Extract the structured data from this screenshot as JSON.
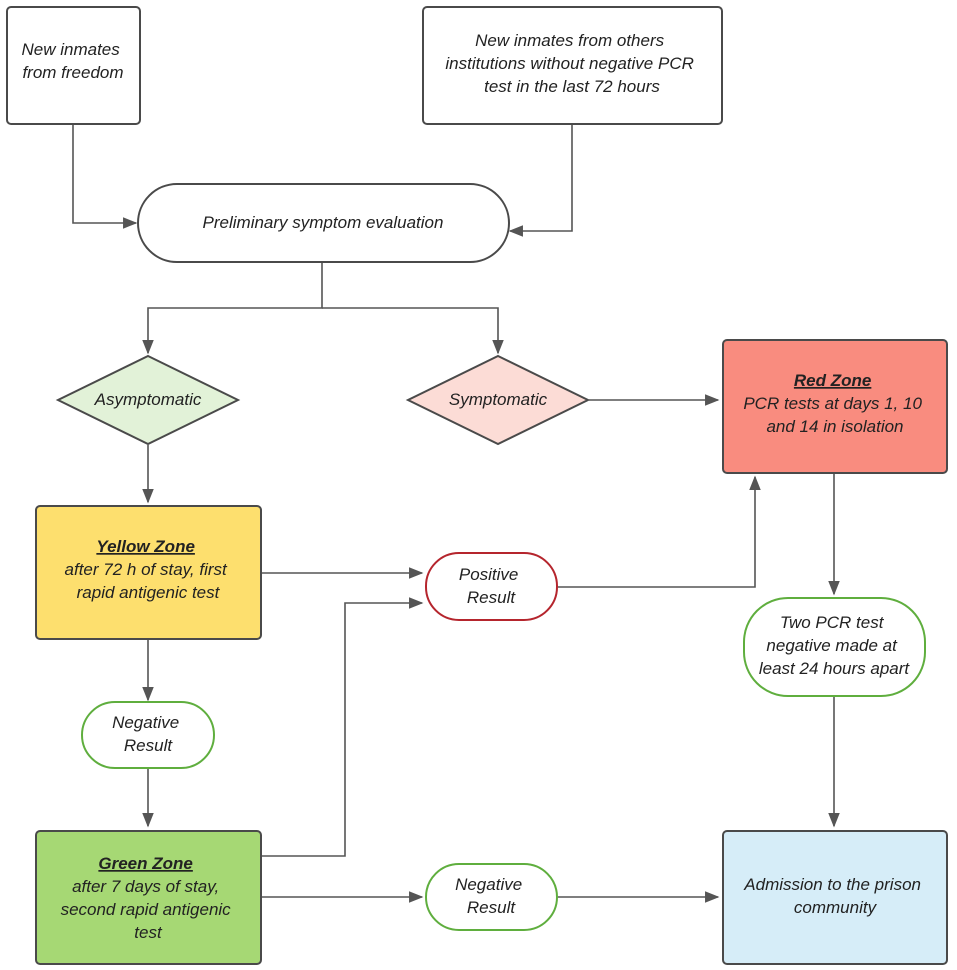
{
  "colors": {
    "stroke": "#4a4a4a",
    "asymptomatic_fill": "#e2f2d8",
    "symptomatic_fill": "#fcdcd6",
    "yellow_zone_fill": "#fddf6e",
    "red_zone_fill": "#f98c7f",
    "green_zone_fill": "#a6d874",
    "admission_fill": "#d6edf8",
    "positive_stroke": "#b5252d",
    "negative_stroke": "#5fae3e",
    "connector": "#555555"
  },
  "nodes": {
    "inmates_freedom": {
      "lines": [
        "New inmates",
        "from freedom"
      ]
    },
    "inmates_institutions": {
      "lines": [
        "New inmates from others",
        "institutions without negative PCR",
        "test in the last 72 hours"
      ]
    },
    "preliminary": {
      "lines": [
        "Preliminary symptom evaluation"
      ]
    },
    "asymptomatic": {
      "lines": [
        "Asymptomatic"
      ]
    },
    "symptomatic": {
      "lines": [
        "Symptomatic"
      ]
    },
    "red_zone": {
      "title": "Red Zone",
      "lines": [
        "PCR tests at days 1, 10",
        "and 14 in isolation"
      ]
    },
    "yellow_zone": {
      "title": "Yellow Zone",
      "lines": [
        "after 72 h of stay, first",
        "rapid antigenic test"
      ]
    },
    "positive_result": {
      "lines": [
        "Positive",
        "Result"
      ]
    },
    "two_pcr": {
      "lines": [
        "Two PCR test",
        "negative made at",
        "least 24 hours apart"
      ]
    },
    "negative_result_1": {
      "lines": [
        "Negative",
        "Result"
      ]
    },
    "green_zone": {
      "title": "Green Zone",
      "lines": [
        "after 7 days of stay,",
        "second rapid antigenic",
        "test"
      ]
    },
    "negative_result_2": {
      "lines": [
        "Negative",
        "Result"
      ]
    },
    "admission": {
      "lines": [
        "Admission to the prison",
        "community"
      ]
    }
  }
}
